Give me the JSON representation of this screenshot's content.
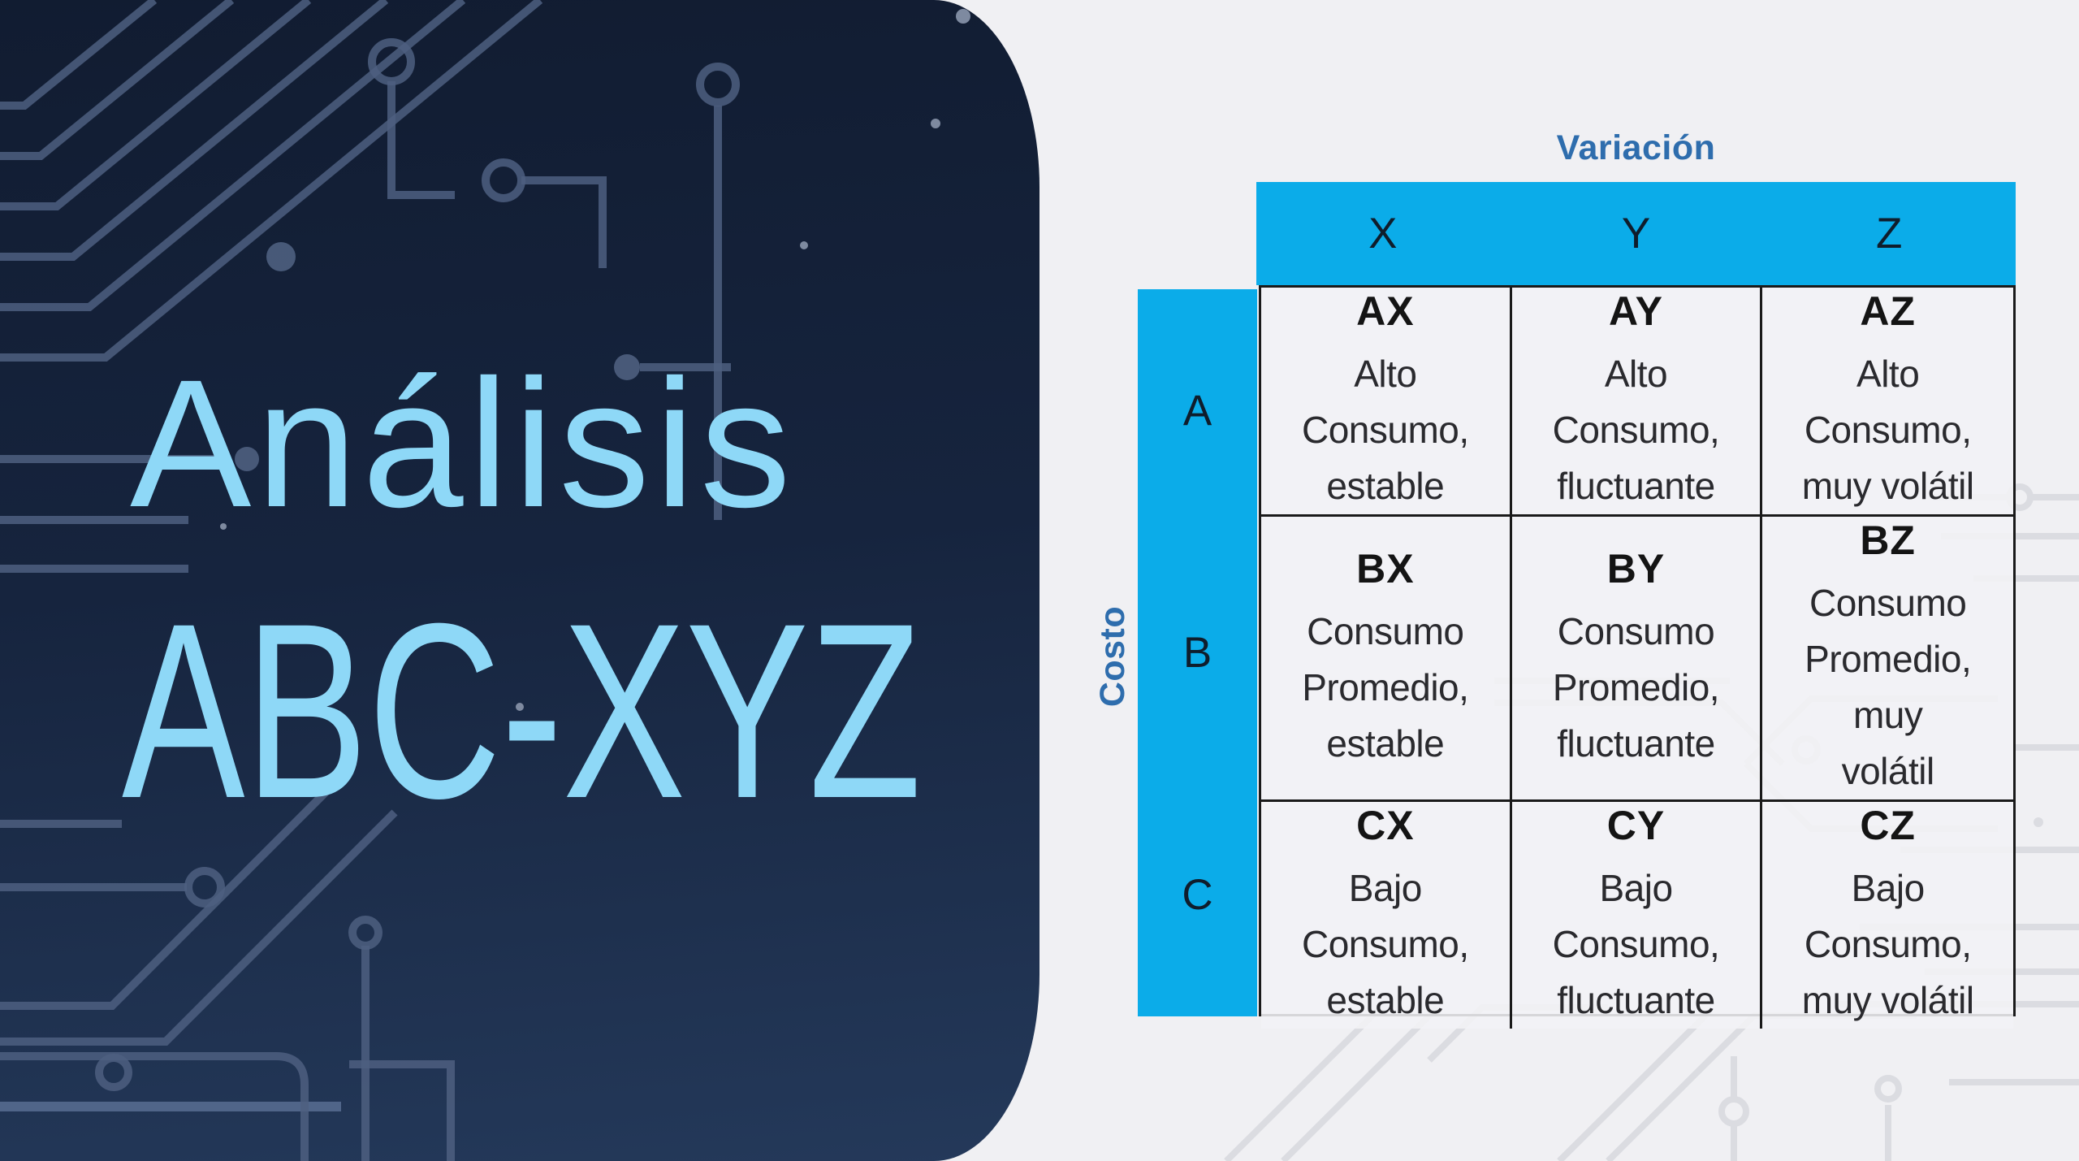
{
  "slide": {
    "title_line1": "Análisis",
    "title_line2": "ABC-XYZ"
  },
  "matrix": {
    "column_axis_label": "Variación",
    "row_axis_label": "Costo",
    "columns": [
      "X",
      "Y",
      "Z"
    ],
    "rows": [
      "A",
      "B",
      "C"
    ],
    "cells": [
      [
        {
          "code": "AX",
          "desc": "Alto Consumo,\nestable"
        },
        {
          "code": "AY",
          "desc": "Alto Consumo,\nfluctuante"
        },
        {
          "code": "AZ",
          "desc": "Alto Consumo,\nmuy volátil"
        }
      ],
      [
        {
          "code": "BX",
          "desc": "Consumo\nPromedio,\nestable"
        },
        {
          "code": "BY",
          "desc": "Consumo\nPromedio,\nfluctuante"
        },
        {
          "code": "BZ",
          "desc": "Consumo\nPromedio, muy\nvolátil"
        }
      ],
      [
        {
          "code": "CX",
          "desc": "Bajo Consumo,\nestable"
        },
        {
          "code": "CY",
          "desc": "Bajo Consumo,\nfluctuante"
        },
        {
          "code": "CZ",
          "desc": "Bajo Consumo,\nmuy volátil"
        }
      ]
    ]
  },
  "colors": {
    "accent_cyan": "#0BACE9",
    "axis_label_blue": "#2E6DAD",
    "panel_navy_top": "#111C31",
    "panel_navy_bottom": "#24395A",
    "title_blue": "#8ED8F7",
    "canvas_gray": "#F0F0F3",
    "grid_border": "#1A1A1A",
    "trace_dark": "#4E5F80",
    "trace_light": "#DBDCE1"
  }
}
